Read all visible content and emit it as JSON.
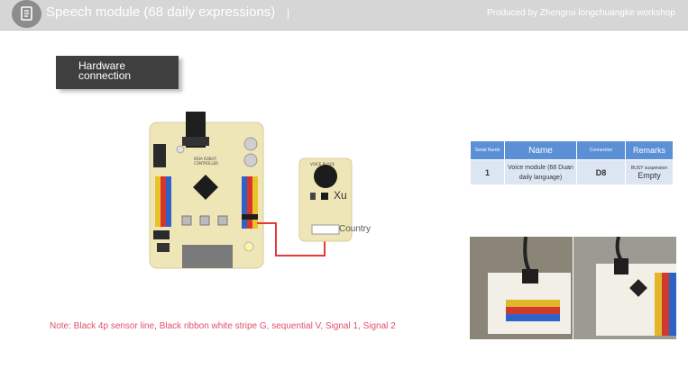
{
  "header": {
    "title": "Speech module (68 daily expressions)",
    "credit": "Produced by Zhengrui longchuangke workshop"
  },
  "section_tag": "Hardware\nconnection",
  "diagram": {
    "controller_caption": "IRDA ROBOT\nCONTROLLER",
    "module_caption": "VOICE BLOCK",
    "label_xu": "Xu",
    "label_country": "Country"
  },
  "note": "Note: Black 4p sensor line, Black ribbon white stripe G, sequential V, Signal 1, Signal 2",
  "table": {
    "headers": [
      "Serial Numb",
      "Name",
      "Connection",
      "Remarks"
    ],
    "row": {
      "serial": "1",
      "name": "Voice module (68 Duan daily language)",
      "connection": "D8",
      "remarks_small": "BUSY suspension",
      "remarks": "Empty"
    }
  },
  "colors": {
    "header_bg": "#d6d6d6",
    "tag_bg": "#3f3f3f",
    "table_header": "#5b8fd6",
    "table_row": "#dce6f2",
    "note_text": "#e0506a",
    "wire": "#e23a3a"
  }
}
